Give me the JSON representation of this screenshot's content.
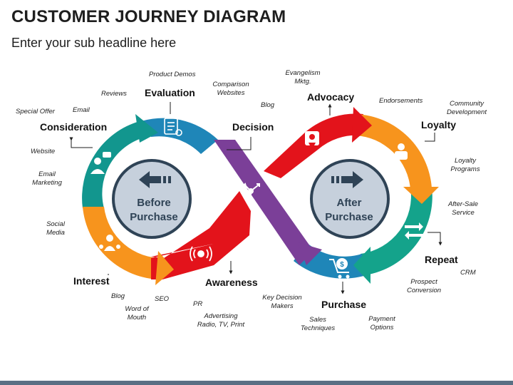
{
  "header": {
    "title": "CUSTOMER JOURNEY DIAGRAM",
    "subtitle": "Enter your sub headline here"
  },
  "center": {
    "left_line1": "Before",
    "left_line2": "Purchase",
    "right_line1": "After",
    "right_line2": "Purchase"
  },
  "stages": {
    "consideration": "Consideration",
    "evaluation": "Evaluation",
    "decision": "Decision",
    "advocacy": "Advocacy",
    "loyalty": "Loyalty",
    "repeat": "Repeat",
    "purchase": "Purchase",
    "awareness": "Awareness",
    "interest": "Interest"
  },
  "notes": {
    "product_demos": "Product Demos",
    "reviews": "Reviews",
    "comparison_1": "Comparison",
    "comparison_2": "Websites",
    "blog_decision": "Blog",
    "special_offer": "Special Offer",
    "email": "Email",
    "website": "Website",
    "email_marketing_1": "Email",
    "email_marketing_2": "Marketing",
    "social_media_1": "Social",
    "social_media_2": "Media",
    "blog_interest": "Blog",
    "seo": "SEO",
    "word_of_mouth_1": "Word of",
    "word_of_mouth_2": "Mouth",
    "pr": "PR",
    "advertising_1": "Advertising",
    "advertising_2": "Radio, TV, Print",
    "evangelism_1": "Evangelism",
    "evangelism_2": "Mktg.",
    "endorsements": "Endorsements",
    "community_1": "Community",
    "community_2": "Development",
    "loyalty_programs_1": "Loyalty",
    "loyalty_programs_2": "Programs",
    "after_sale_1": "After-Sale",
    "after_sale_2": "Service",
    "crm": "CRM",
    "prospect_1": "Prospect",
    "prospect_2": "Conversion",
    "key_decision_1": "Key Decision",
    "key_decision_2": "Makers",
    "sales_techniques_1": "Sales",
    "sales_techniques_2": "Techniques",
    "payment_options_1": "Payment",
    "payment_options_2": "Options"
  },
  "colors": {
    "teal": "#12968e",
    "blue": "#1f86b8",
    "purple": "#7b3f98",
    "red": "#e3131b",
    "orange": "#f7941d",
    "green": "#14a38b",
    "center_fill": "#c6d0dc",
    "center_ring": "#2f4356"
  },
  "icons": [
    "consultant-icon",
    "checklist-icon",
    "flow-arrows-icon",
    "certificate-icon",
    "loyalty-person-icon",
    "exchange-icon",
    "shopping-cart-icon",
    "broadcast-icon",
    "interest-person-icon",
    "left-arrow-icon",
    "right-arrow-icon"
  ]
}
